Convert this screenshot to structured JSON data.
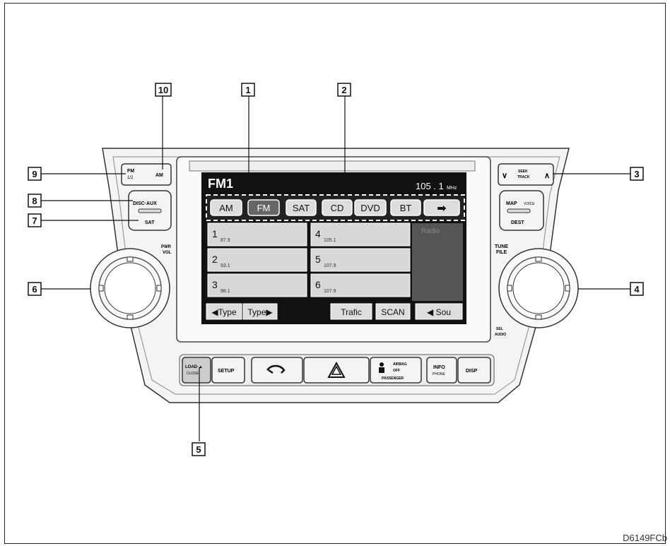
{
  "callouts": [
    "1",
    "2",
    "3",
    "4",
    "5",
    "6",
    "7",
    "8",
    "9",
    "10"
  ],
  "figure_code": "D6149FCb",
  "screen": {
    "band": "FM1",
    "frequency": "105 . 1",
    "freq_unit": "MHz",
    "source_tabs": [
      "AM",
      "FM",
      "SAT",
      "CD",
      "DVD",
      "BT"
    ],
    "active_tab": "FM",
    "presets": [
      {
        "num": "1",
        "freq": "87.9"
      },
      {
        "num": "2",
        "freq": "93.1"
      },
      {
        "num": "3",
        "freq": "98.1"
      },
      {
        "num": "4",
        "freq": "105.1"
      },
      {
        "num": "5",
        "freq": "107.9"
      },
      {
        "num": "6",
        "freq": "107.9"
      }
    ],
    "side_label": "Radio",
    "bottom_buttons": [
      "◀Type",
      "Type▶",
      "Trafic",
      "SCAN",
      "◀ Sou"
    ]
  },
  "panel": {
    "fm_label": "FM",
    "fm_sub": "1/2",
    "am_label": "AM",
    "disc_aux": "DISC·AUX",
    "sat": "SAT",
    "pwr_vol": [
      "PWR",
      "VOL"
    ],
    "seek_track": [
      "SEEK",
      "TRACK"
    ],
    "map_voice": "MAP",
    "voice": "VOICE",
    "dest": "DEST",
    "tune_file": [
      "TUNE",
      "FILE"
    ],
    "sel_audio": [
      "SEL",
      "AUDIO"
    ],
    "load_close": [
      "LOAD·▲",
      "CLOSE"
    ],
    "setup": "SETUP",
    "airbag": [
      "AIRBAG",
      "OFF",
      "PASSENGER"
    ],
    "info": [
      "INFO",
      "PHONE"
    ],
    "disp": "DISP"
  }
}
